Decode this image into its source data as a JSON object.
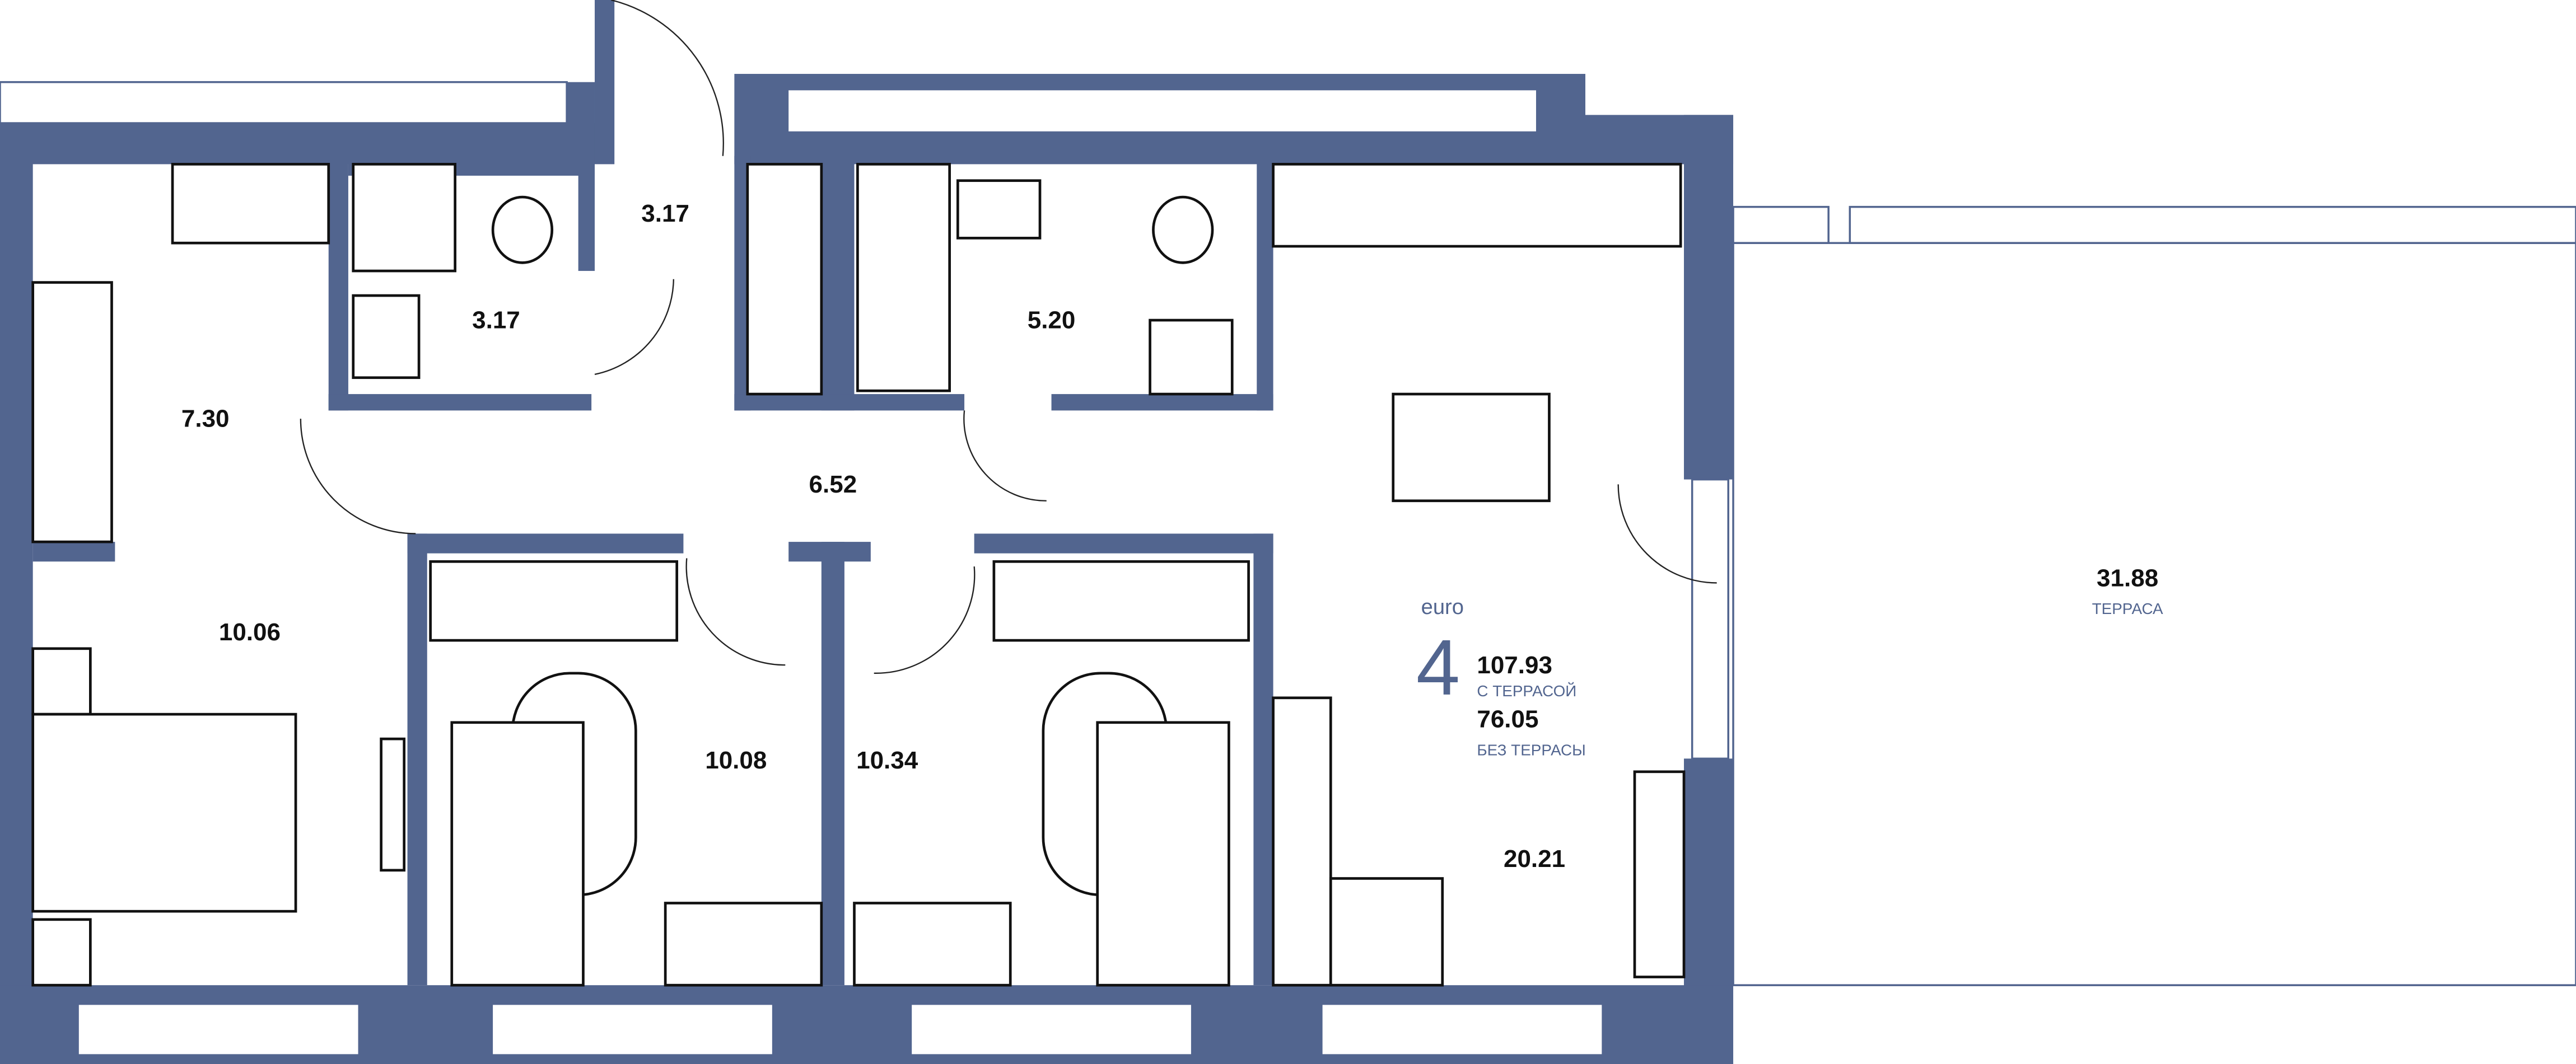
{
  "plan": {
    "class_label": "euro",
    "rooms_count": "4",
    "total_with_terrace": "107.93",
    "with_terrace_label": "С ТЕРРАСОЙ",
    "total_without_terrace": "76.05",
    "without_terrace_label": "БЕЗ ТЕРРАСЫ",
    "terrace": {
      "area": "31.88",
      "label": "ТЕРРАСА"
    },
    "rooms": [
      {
        "id": "wardrobe",
        "area": "7.30"
      },
      {
        "id": "shower",
        "area": "3.17"
      },
      {
        "id": "vestibule",
        "area": "3.17"
      },
      {
        "id": "bathroom",
        "area": "5.20"
      },
      {
        "id": "hall",
        "area": "6.52"
      },
      {
        "id": "bedroom-master",
        "area": "10.06"
      },
      {
        "id": "bedroom-2",
        "area": "10.08"
      },
      {
        "id": "bedroom-3",
        "area": "10.34"
      },
      {
        "id": "kitchen-living",
        "area": "20.21"
      }
    ],
    "colors": {
      "wall": "#52658f",
      "accent": "#52658f"
    }
  }
}
